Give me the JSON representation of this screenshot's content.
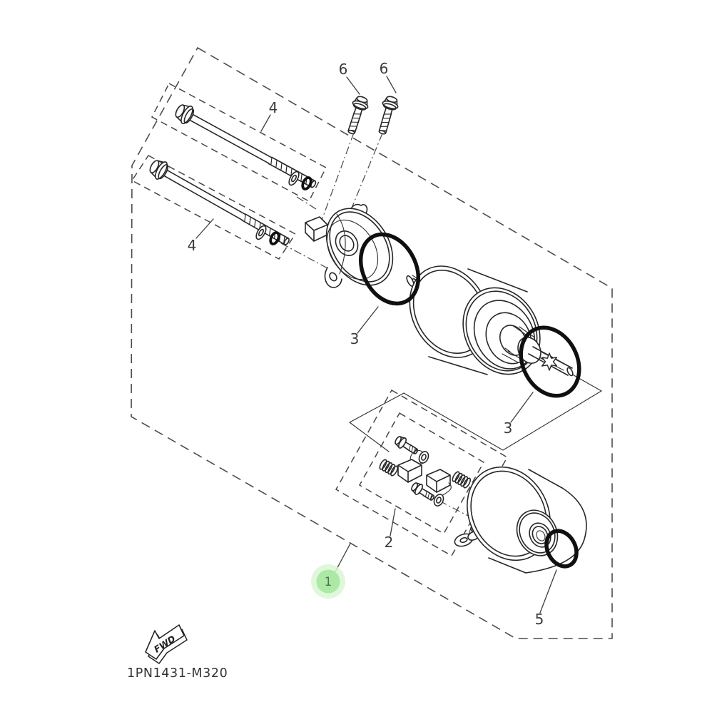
{
  "diagram": {
    "drawing_code": "1PN1431-M320",
    "fwd_label": "FWD",
    "highlight": {
      "fill": "#abe9a5",
      "glow": "#d9f6d4",
      "text_color": "#4f6e52"
    },
    "line_colors": {
      "part_lines": "#272727",
      "dashed_border": "#4d4d4d",
      "labels": "#3b3b3b"
    },
    "callouts": [
      {
        "id": "1",
        "label": "1",
        "highlighted": true
      },
      {
        "id": "2",
        "label": "2",
        "highlighted": false
      },
      {
        "id": "3a",
        "label": "3",
        "highlighted": false
      },
      {
        "id": "3b",
        "label": "3",
        "highlighted": false
      },
      {
        "id": "4a",
        "label": "4",
        "highlighted": false
      },
      {
        "id": "4b",
        "label": "4",
        "highlighted": false
      },
      {
        "id": "5",
        "label": "5",
        "highlighted": false
      },
      {
        "id": "6a",
        "label": "6",
        "highlighted": false
      },
      {
        "id": "6b",
        "label": "6",
        "highlighted": false
      }
    ]
  }
}
